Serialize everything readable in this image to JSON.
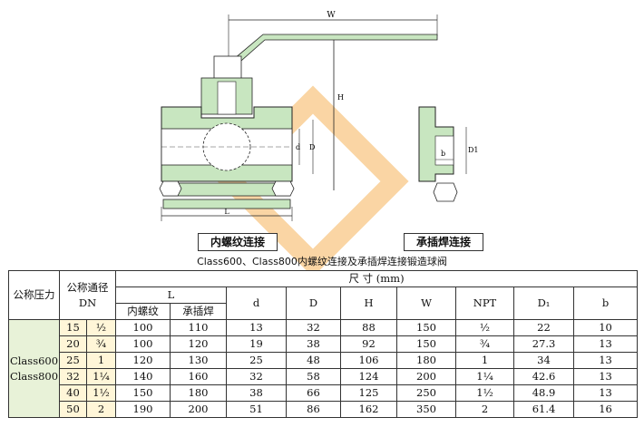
{
  "drawing": {
    "dim_W": "W",
    "dim_H": "H",
    "dim_L": "L",
    "dim_d": "d",
    "dim_D": "D",
    "dim_b": "b",
    "dim_D1": "D1"
  },
  "captions": {
    "left": "内螺纹连接",
    "right": "承插焊连接",
    "main": "Class600、Class800内螺纹连接及承插焊连接锻造球阀"
  },
  "table": {
    "header": {
      "pressure": "公称压力",
      "dn_line1": "公称通径",
      "dn_line2": "DN",
      "size": "尺  寸 (mm)",
      "L": "L",
      "L_thread": "内螺纹",
      "L_socket": "承插焊",
      "d": "d",
      "D": "D",
      "H": "H",
      "W": "W",
      "NPT": "NPT",
      "D1": "D₁",
      "b": "b"
    },
    "class_label_1": "Class600",
    "class_label_2": "Class800",
    "rows": [
      {
        "dn": "15",
        "inch": "½",
        "L1": "100",
        "L2": "110",
        "d": "13",
        "D": "32",
        "H": "88",
        "W": "150",
        "npt": "½",
        "D1": "22",
        "b": "10"
      },
      {
        "dn": "20",
        "inch": "¾",
        "L1": "100",
        "L2": "120",
        "d": "19",
        "D": "38",
        "H": "92",
        "W": "150",
        "npt": "¾",
        "D1": "27.3",
        "b": "13"
      },
      {
        "dn": "25",
        "inch": "1",
        "L1": "120",
        "L2": "130",
        "d": "25",
        "D": "48",
        "H": "106",
        "W": "180",
        "npt": "1",
        "D1": "34",
        "b": "13"
      },
      {
        "dn": "32",
        "inch": "1¼",
        "L1": "140",
        "L2": "160",
        "d": "32",
        "D": "58",
        "H": "124",
        "W": "200",
        "npt": "1¼",
        "D1": "42.6",
        "b": "13"
      },
      {
        "dn": "40",
        "inch": "1½",
        "L1": "150",
        "L2": "180",
        "d": "38",
        "D": "66",
        "H": "125",
        "W": "250",
        "npt": "1½",
        "D1": "48.9",
        "b": "13"
      },
      {
        "dn": "50",
        "inch": "2",
        "L1": "190",
        "L2": "200",
        "d": "51",
        "D": "86",
        "H": "162",
        "W": "350",
        "npt": "2",
        "D1": "61.4",
        "b": "16"
      }
    ]
  },
  "colors": {
    "body_fill": "#c8e6c0",
    "line": "#222222",
    "logo_orange": "#f5b35a",
    "class_bg": "#e8f2d8",
    "dn_bg": "#fff6d8"
  }
}
